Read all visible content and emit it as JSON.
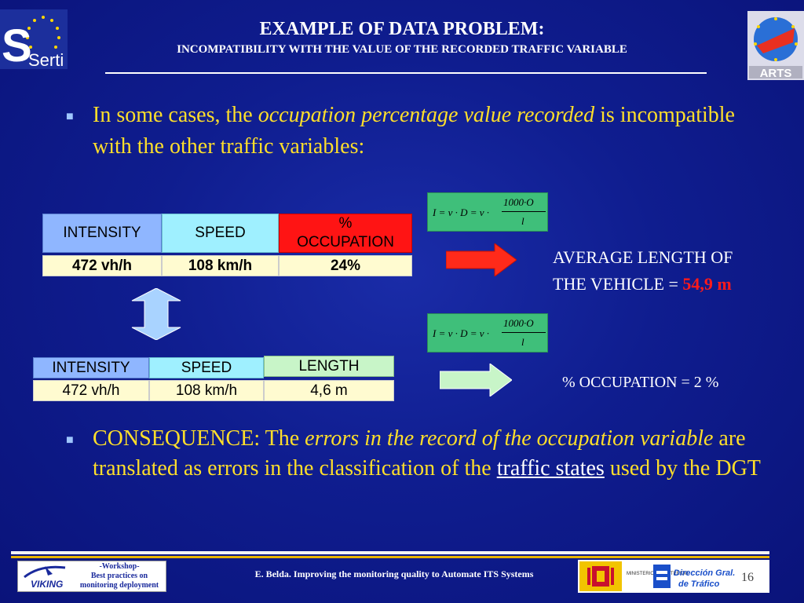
{
  "header": {
    "title": "EXAMPLE OF DATA PROBLEM:",
    "subtitle": "INCOMPATIBILITY WITH THE VALUE OF THE RECORDED TRAFFIC VARIABLE",
    "left_logo_text": "Serti",
    "right_logo_text": "ARTS"
  },
  "bullet1": {
    "part1": "In some cases, the ",
    "part2_italic": "occupation percentage value recorded",
    "part3": " is incompatible with the other traffic variables:"
  },
  "table1": {
    "headers": [
      "INTENSITY",
      "SPEED",
      "% OCCUPATION"
    ],
    "values": [
      "472 vh/h",
      "108 km/h",
      "24%"
    ]
  },
  "table2": {
    "headers": [
      "INTENSITY",
      "SPEED",
      "LENGTH"
    ],
    "values": [
      "472 vh/h",
      "108 km/h",
      "4,6 m"
    ]
  },
  "formula": {
    "lhs": "I = v · D = v ·",
    "numerator": "1000·O",
    "denominator": "l"
  },
  "result1": {
    "line1": "AVERAGE LENGTH OF",
    "line2": "THE VEHICLE = ",
    "value": "54,9 m"
  },
  "result2": {
    "text": "% OCCUPATION = 2 %"
  },
  "bullet2": {
    "part1": "CONSEQUENCE: The ",
    "part2_italic": "errors in the record of the occupation variable",
    "part3": " are translated as errors in the classification of the ",
    "part4_underlined": "traffic states",
    "part5": " used by the DGT"
  },
  "footer": {
    "workshop_line1": "-Workshop-",
    "workshop_line2": "Best practices on",
    "workshop_line3": "monitoring deployment",
    "viking_logo": "VIKING",
    "center_text": "E. Belda. Improving the monitoring quality to Automate ITS Systems",
    "ministry_text": "MINISTERIO DEL INTERIOR",
    "dgt_line1": "Dirección Gral.",
    "dgt_line2": "de Tráfico",
    "page_number": "16"
  },
  "colors": {
    "background": "#0f1d8f",
    "bullet_text": "#ffdf2a",
    "intensity_header": "#8fb6ff",
    "speed_header": "#9ff0ff",
    "occupation_header": "#ff1414",
    "value_cell": "#fffbd0",
    "formula_bg": "#3fbf7a",
    "red_arrow": "#ff2a1a",
    "green_arrow": "#c8f5c8",
    "blue_arrow": "#a9d3ff",
    "result_value": "#ff1a1a"
  },
  "icons": [
    "eu-stars-icon",
    "arts-logo-icon",
    "square-bullet-icon",
    "right-arrow-icon",
    "double-vertical-arrow-icon",
    "spain-coat-of-arms-icon",
    "dgt-logo-icon"
  ]
}
